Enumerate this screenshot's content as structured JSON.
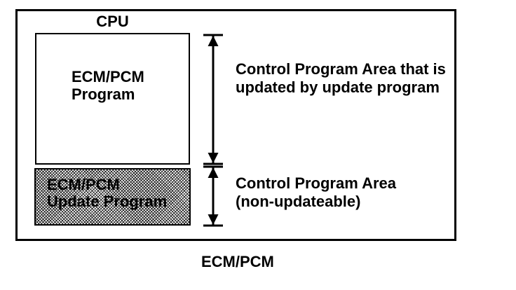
{
  "diagram": {
    "cpu": {
      "label": "CPU"
    },
    "program_box": {
      "line1": "ECM/PCM",
      "line2": "Program"
    },
    "update_box": {
      "line1": "ECM/PCM",
      "line2": "Update Program"
    },
    "annotations": {
      "updatable": {
        "line1": "Control Program Area that is",
        "line2": "updated by update program"
      },
      "non_updatable": {
        "line1": "Control Program Area",
        "line2": "(non-updateable)"
      }
    },
    "footer_label": "ECM/PCM",
    "colors": {
      "ink": "#000000",
      "paper": "#ffffff",
      "shaded_fill_tone": "#b0b0b0"
    }
  }
}
